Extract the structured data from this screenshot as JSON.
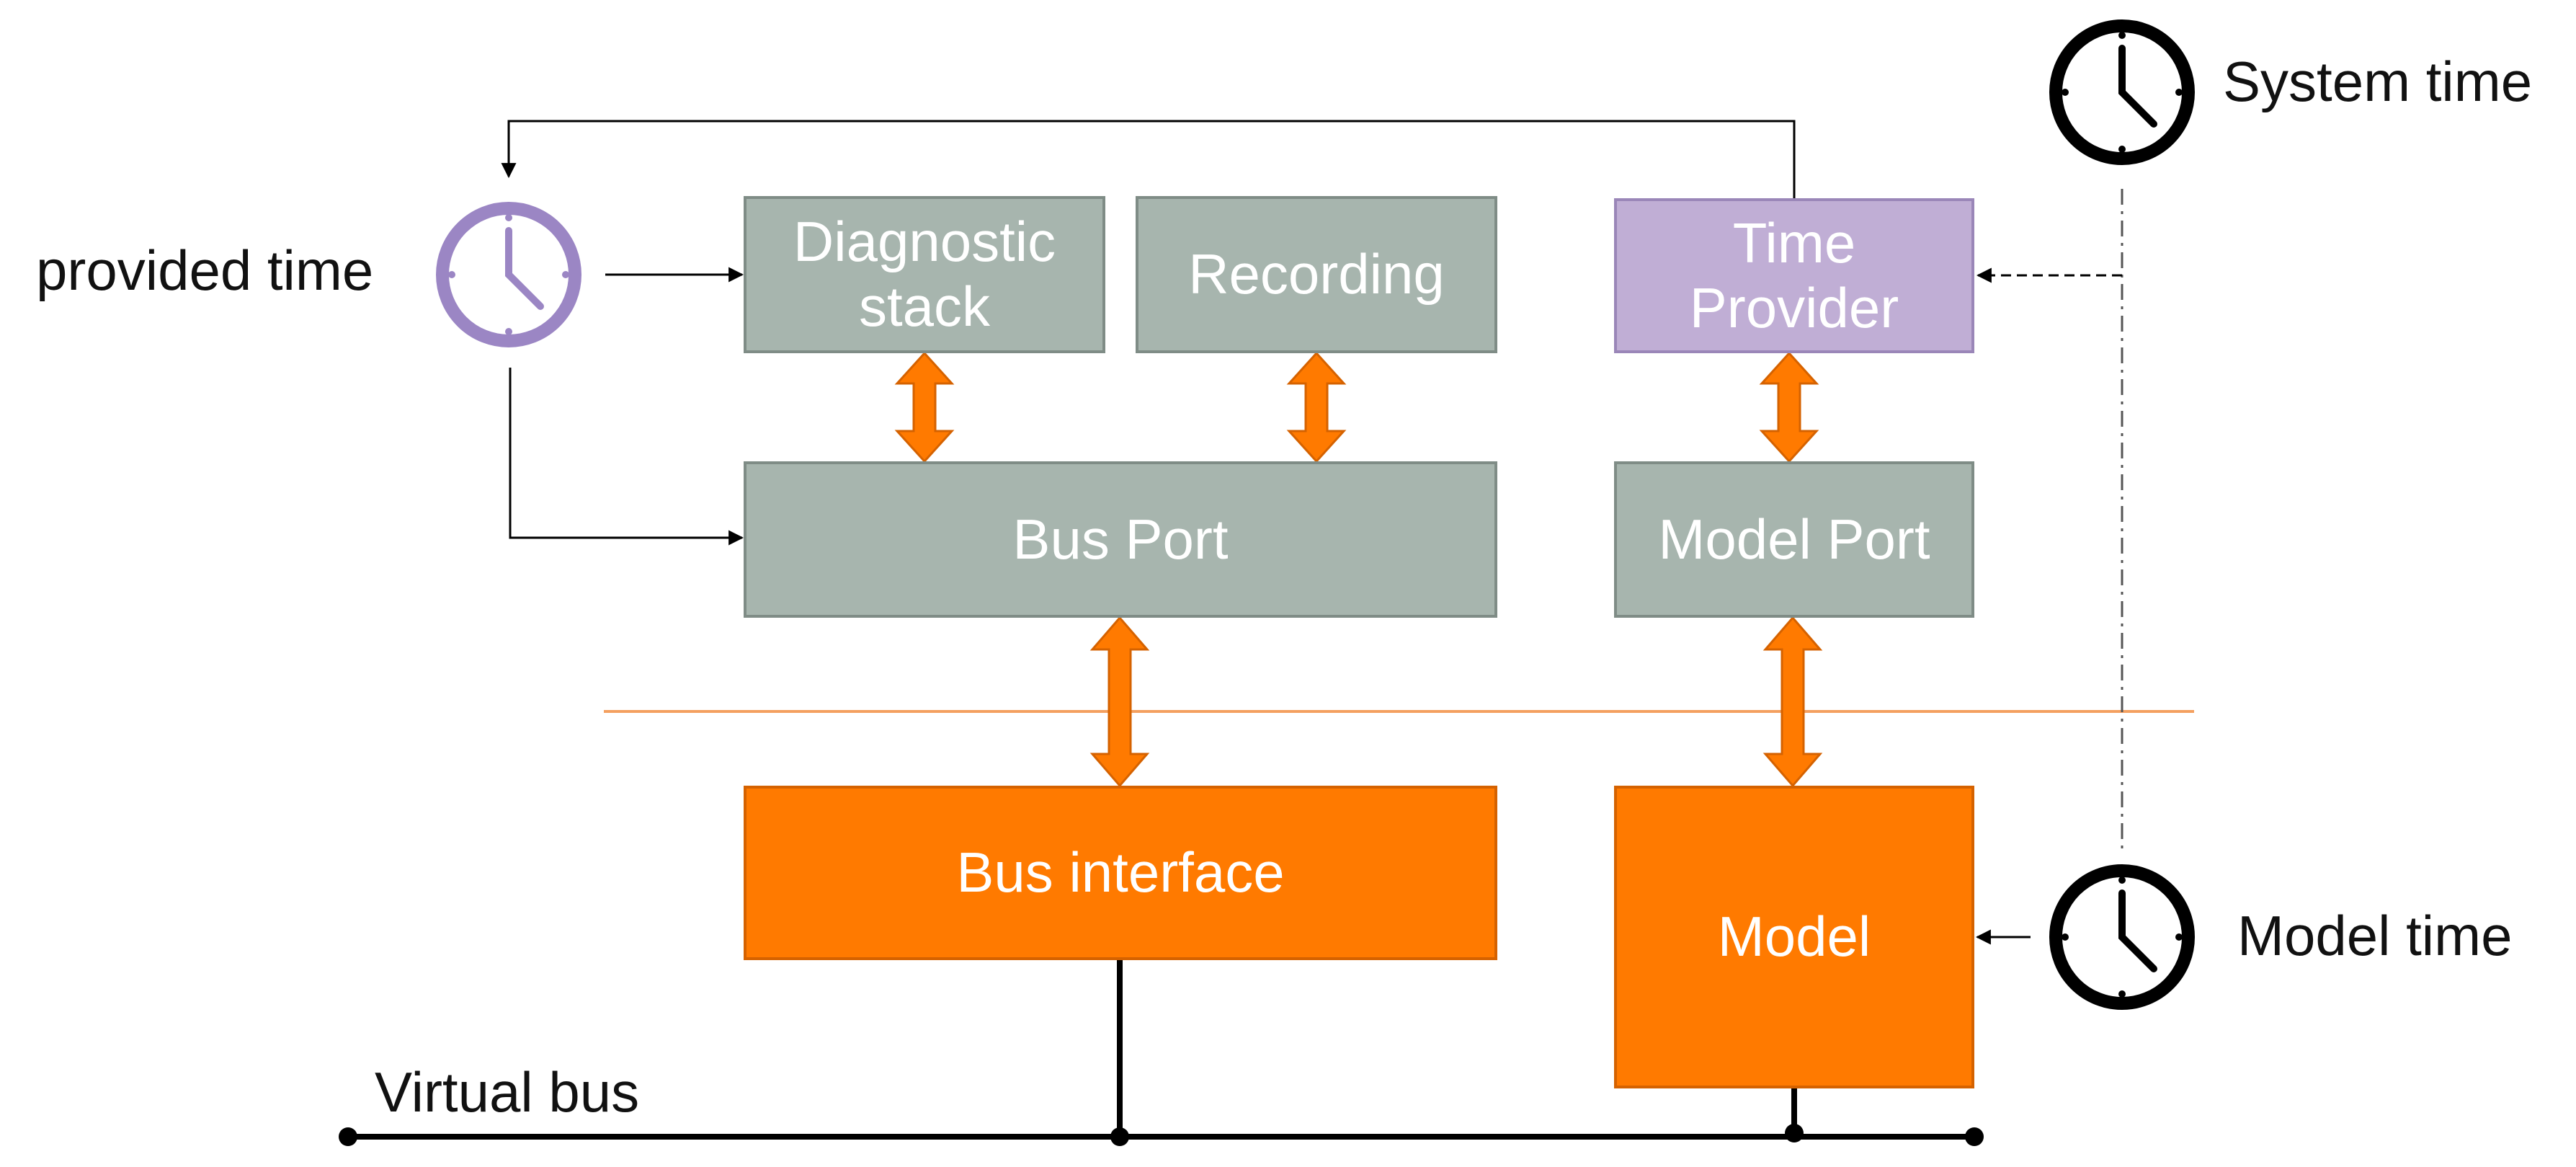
{
  "labels": {
    "provided_time": "provided time",
    "system_time": "System time",
    "model_time": "Model time",
    "virtual_bus": "Virtual bus"
  },
  "blocks": {
    "diagnostic_stack": "Diagnostic\nstack",
    "recording": "Recording",
    "time_provider": "Time\nProvider",
    "bus_port": "Bus Port",
    "model_port": "Model Port",
    "bus_interface": "Bus interface",
    "model": "Model"
  },
  "colors": {
    "gray_block": "#a7b5ae",
    "purple_block": "#c0aed5",
    "orange_block": "#ff7a00",
    "clock_purple": "#9b86c4",
    "clock_black": "#000000",
    "separator": "#f4a060"
  },
  "icons": [
    "clock-icon"
  ]
}
